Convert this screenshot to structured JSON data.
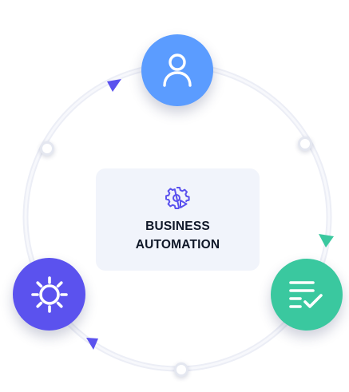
{
  "center": {
    "title": "BUSINESS AUTOMATION",
    "icon": "gear-play-icon"
  },
  "nodes": [
    {
      "id": "user",
      "icon": "user-icon",
      "color": "#5b9cff"
    },
    {
      "id": "settings",
      "icon": "gear-icon",
      "color": "#5b52ee"
    },
    {
      "id": "tasks",
      "icon": "checklist-icon",
      "color": "#3ac89f"
    }
  ],
  "arrows": [
    {
      "color": "#5b52ee",
      "direction": "clockwise"
    },
    {
      "color": "#3ac89f",
      "direction": "clockwise"
    },
    {
      "color": "#5b52ee",
      "direction": "clockwise"
    }
  ],
  "colors": {
    "ring": "#e6e8f3",
    "card": "#f1f4fb",
    "title": "#101828",
    "accent_blue": "#5b9cff",
    "accent_purple": "#5b52ee",
    "accent_green": "#3ac89f"
  }
}
